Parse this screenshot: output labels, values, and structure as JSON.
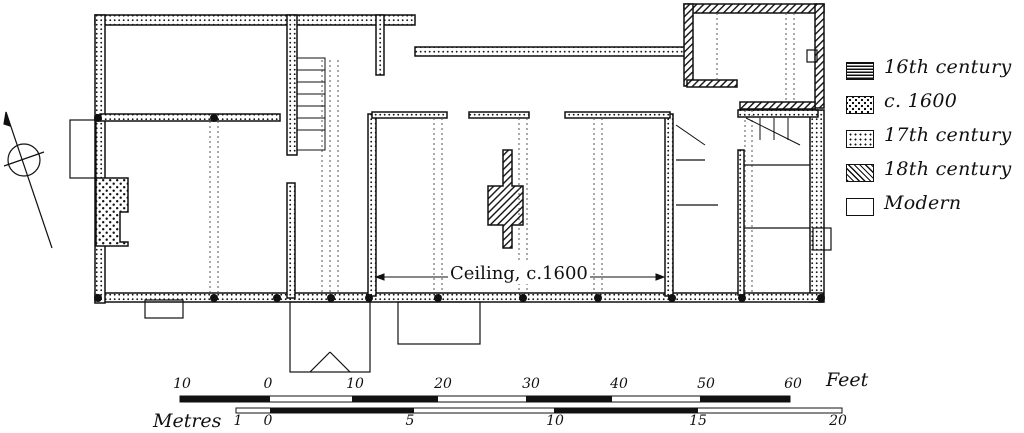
{
  "legend": {
    "items": [
      {
        "key": "16th",
        "label": "16th century"
      },
      {
        "key": "1600",
        "label": "c. 1600"
      },
      {
        "key": "17th",
        "label": "17th century"
      },
      {
        "key": "18th",
        "label": "18th century"
      },
      {
        "key": "modern",
        "label": "Modern"
      }
    ]
  },
  "annotation": {
    "ceiling": "Ceiling, c.1600"
  },
  "scale": {
    "feet_unit": "Feet",
    "feet_ticks": [
      "10",
      "0",
      "10",
      "20",
      "30",
      "40",
      "50",
      "60"
    ],
    "metres_unit": "Metres",
    "metres_ticks": [
      "1",
      "0",
      "5",
      "10",
      "15",
      "20"
    ]
  }
}
